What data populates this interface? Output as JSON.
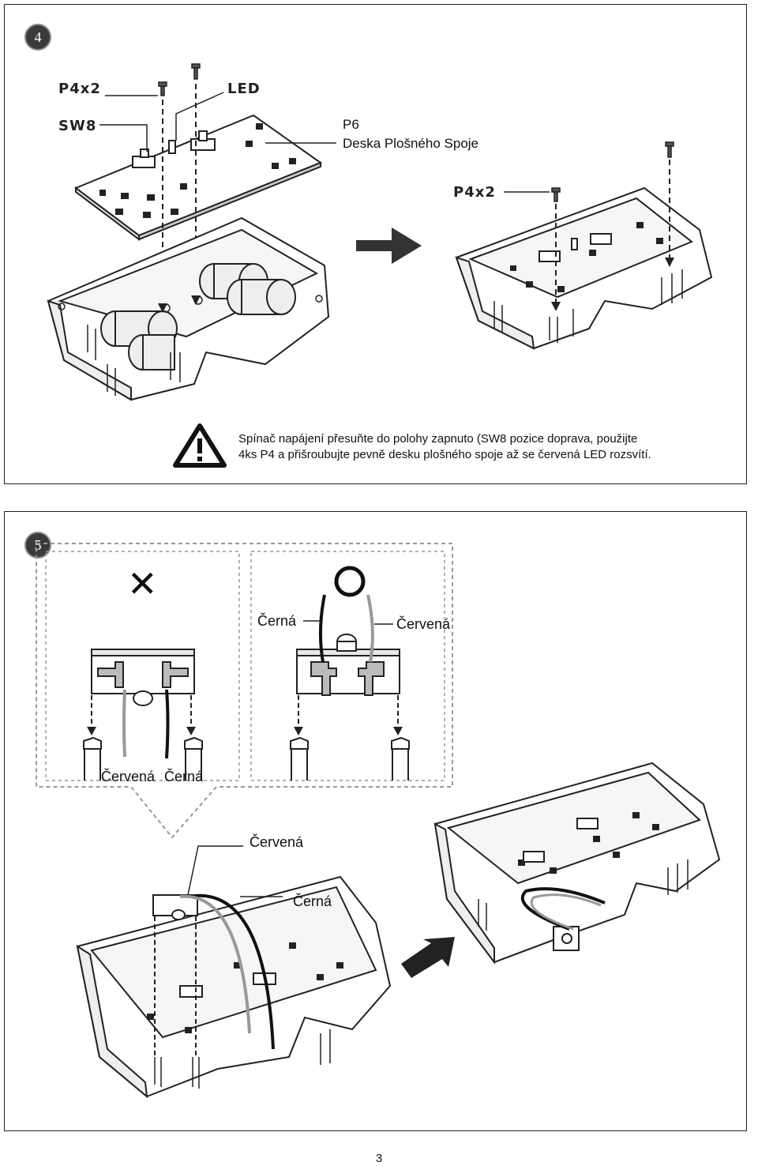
{
  "step4": {
    "number": "4",
    "labels": {
      "p4x2_a": "P4x2",
      "led": "LED",
      "sw8": "SW8",
      "p4x2_b": "P4x2"
    },
    "pcb_code": "P6",
    "pcb_name": "Deska Plošného Spoje",
    "warning_line1": "Spínač napájení přesuňte do polohy zapnuto (SW8 pozice doprava, použijte",
    "warning_line2": "4ks P4 a přišroubujte pevně desku plošného spoje až se červená LED rozsvítí."
  },
  "step5": {
    "number": "5",
    "wrong_mark": "✕",
    "right_mark": "○",
    "wrong_labels": {
      "left": "Červená",
      "right": "Černá"
    },
    "right_labels": {
      "left": "Černá",
      "right": "Červená"
    },
    "bottom_labels": {
      "red": "Červená",
      "black": "Černá"
    }
  },
  "page_number": "3"
}
